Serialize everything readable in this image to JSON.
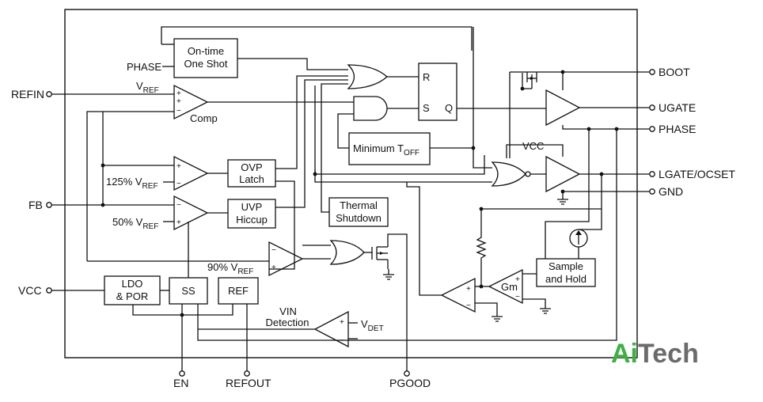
{
  "pins": {
    "refin": "REFIN",
    "fb": "FB",
    "vcc": "VCC",
    "phase_in": "PHASE",
    "en": "EN",
    "refout": "REFOUT",
    "pgood": "PGOOD",
    "boot": "BOOT",
    "ugate": "UGATE",
    "phase_out": "PHASE",
    "lgate": "LGATE/OCSET",
    "gnd": "GND"
  },
  "blocks": {
    "one_shot_l1": "On-time",
    "one_shot_l2": "One Shot",
    "min_toff": "Minimum T",
    "min_toff_sub": "OFF",
    "ovp_l1": "OVP",
    "ovp_l2": "Latch",
    "uvp_l1": "UVP",
    "uvp_l2": "Hiccup",
    "thermal_l1": "Thermal",
    "thermal_l2": "Shutdown",
    "ldo_l1": "LDO",
    "ldo_l2": "& POR",
    "ss": "SS",
    "ref": "REF",
    "sample_l1": "Sample",
    "sample_l2": "and Hold",
    "gm": "Gm",
    "ff_r": "R",
    "ff_s": "S",
    "ff_q": "Q"
  },
  "labels": {
    "vref_main": "V",
    "vref_sub": "REF",
    "comp": "Comp",
    "ovp_ref": "125% V",
    "uvp_ref": "50% V",
    "pg_ref": "90% V",
    "ref_sub": "REF",
    "vcc_driver": "VCC",
    "vin_l1": "VIN",
    "vin_l2": "Detection",
    "vdet": "V",
    "vdet_sub": "DET",
    "plus": "+",
    "minus": "−"
  },
  "watermark": {
    "part1": "Ai",
    "part2": "Tech"
  }
}
